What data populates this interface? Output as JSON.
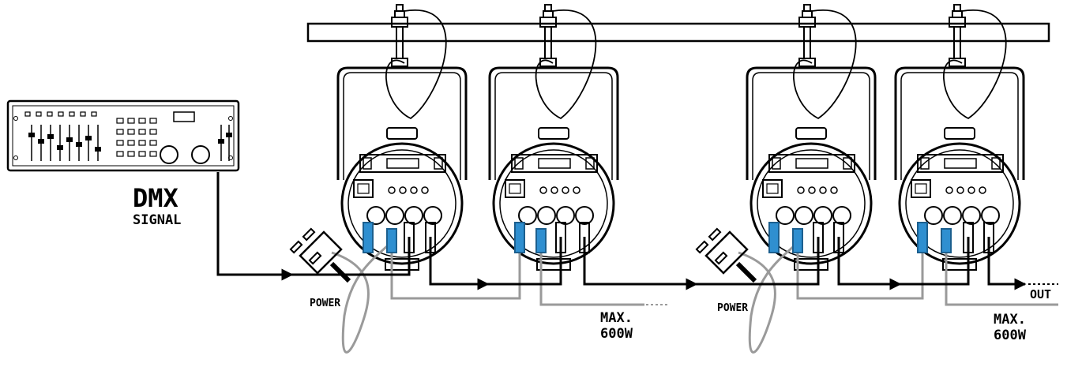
{
  "labels": {
    "dmx_line1": "DMX",
    "dmx_line2": "SIGNAL",
    "power_1": "POWER",
    "power_2": "POWER",
    "max_1_line1": "MAX.",
    "max_1_line2": "600W",
    "max_2_line1": "MAX.",
    "max_2_line2": "600W",
    "out": "OUT"
  },
  "colors": {
    "line": "#000000",
    "power_cable": "#9a9a9a",
    "connector_blue": "#2f8fd0",
    "connector_blue_dark": "#1c5f8e"
  },
  "icons": {
    "controller": "dmx-controller-icon",
    "fixture": "stage-spotlight-icon",
    "clamp": "truss-clamp-icon",
    "plug": "power-plug-icon"
  }
}
